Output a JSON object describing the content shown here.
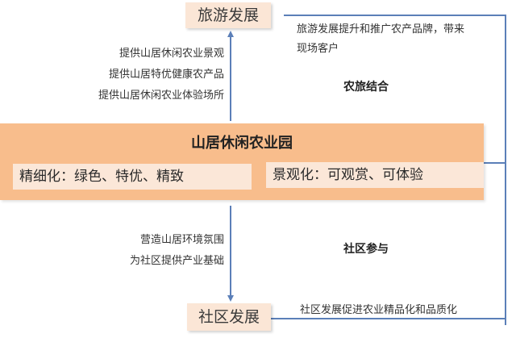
{
  "nodes": {
    "tourism": "旅游发展",
    "community": "社区发展",
    "park": {
      "title": "山居休闲农业园",
      "left": "精细化：绿色、特优、精致",
      "right": "景观化：可观赏、可体验"
    }
  },
  "upper_left_notes": [
    "提供山居休闲农业景观",
    "提供山居特优健康农产品",
    "提供山居休闲农业体验场所"
  ],
  "upper_right_note": [
    "旅游发展提升和推广农产品牌，带来",
    "现场客户"
  ],
  "upper_label": "农旅结合",
  "lower_left_notes": [
    "营造山居环境氛围",
    "为社区提供产业基础"
  ],
  "lower_label": "社区参与",
  "lower_right_note": "社区发展促进农业精品化和品质化",
  "colors": {
    "park_fill": "#f8bd8c",
    "node_fill": "#fbe6d6",
    "sub_box_fill": "#fbe7d8",
    "connector": "#5b7fb8"
  }
}
